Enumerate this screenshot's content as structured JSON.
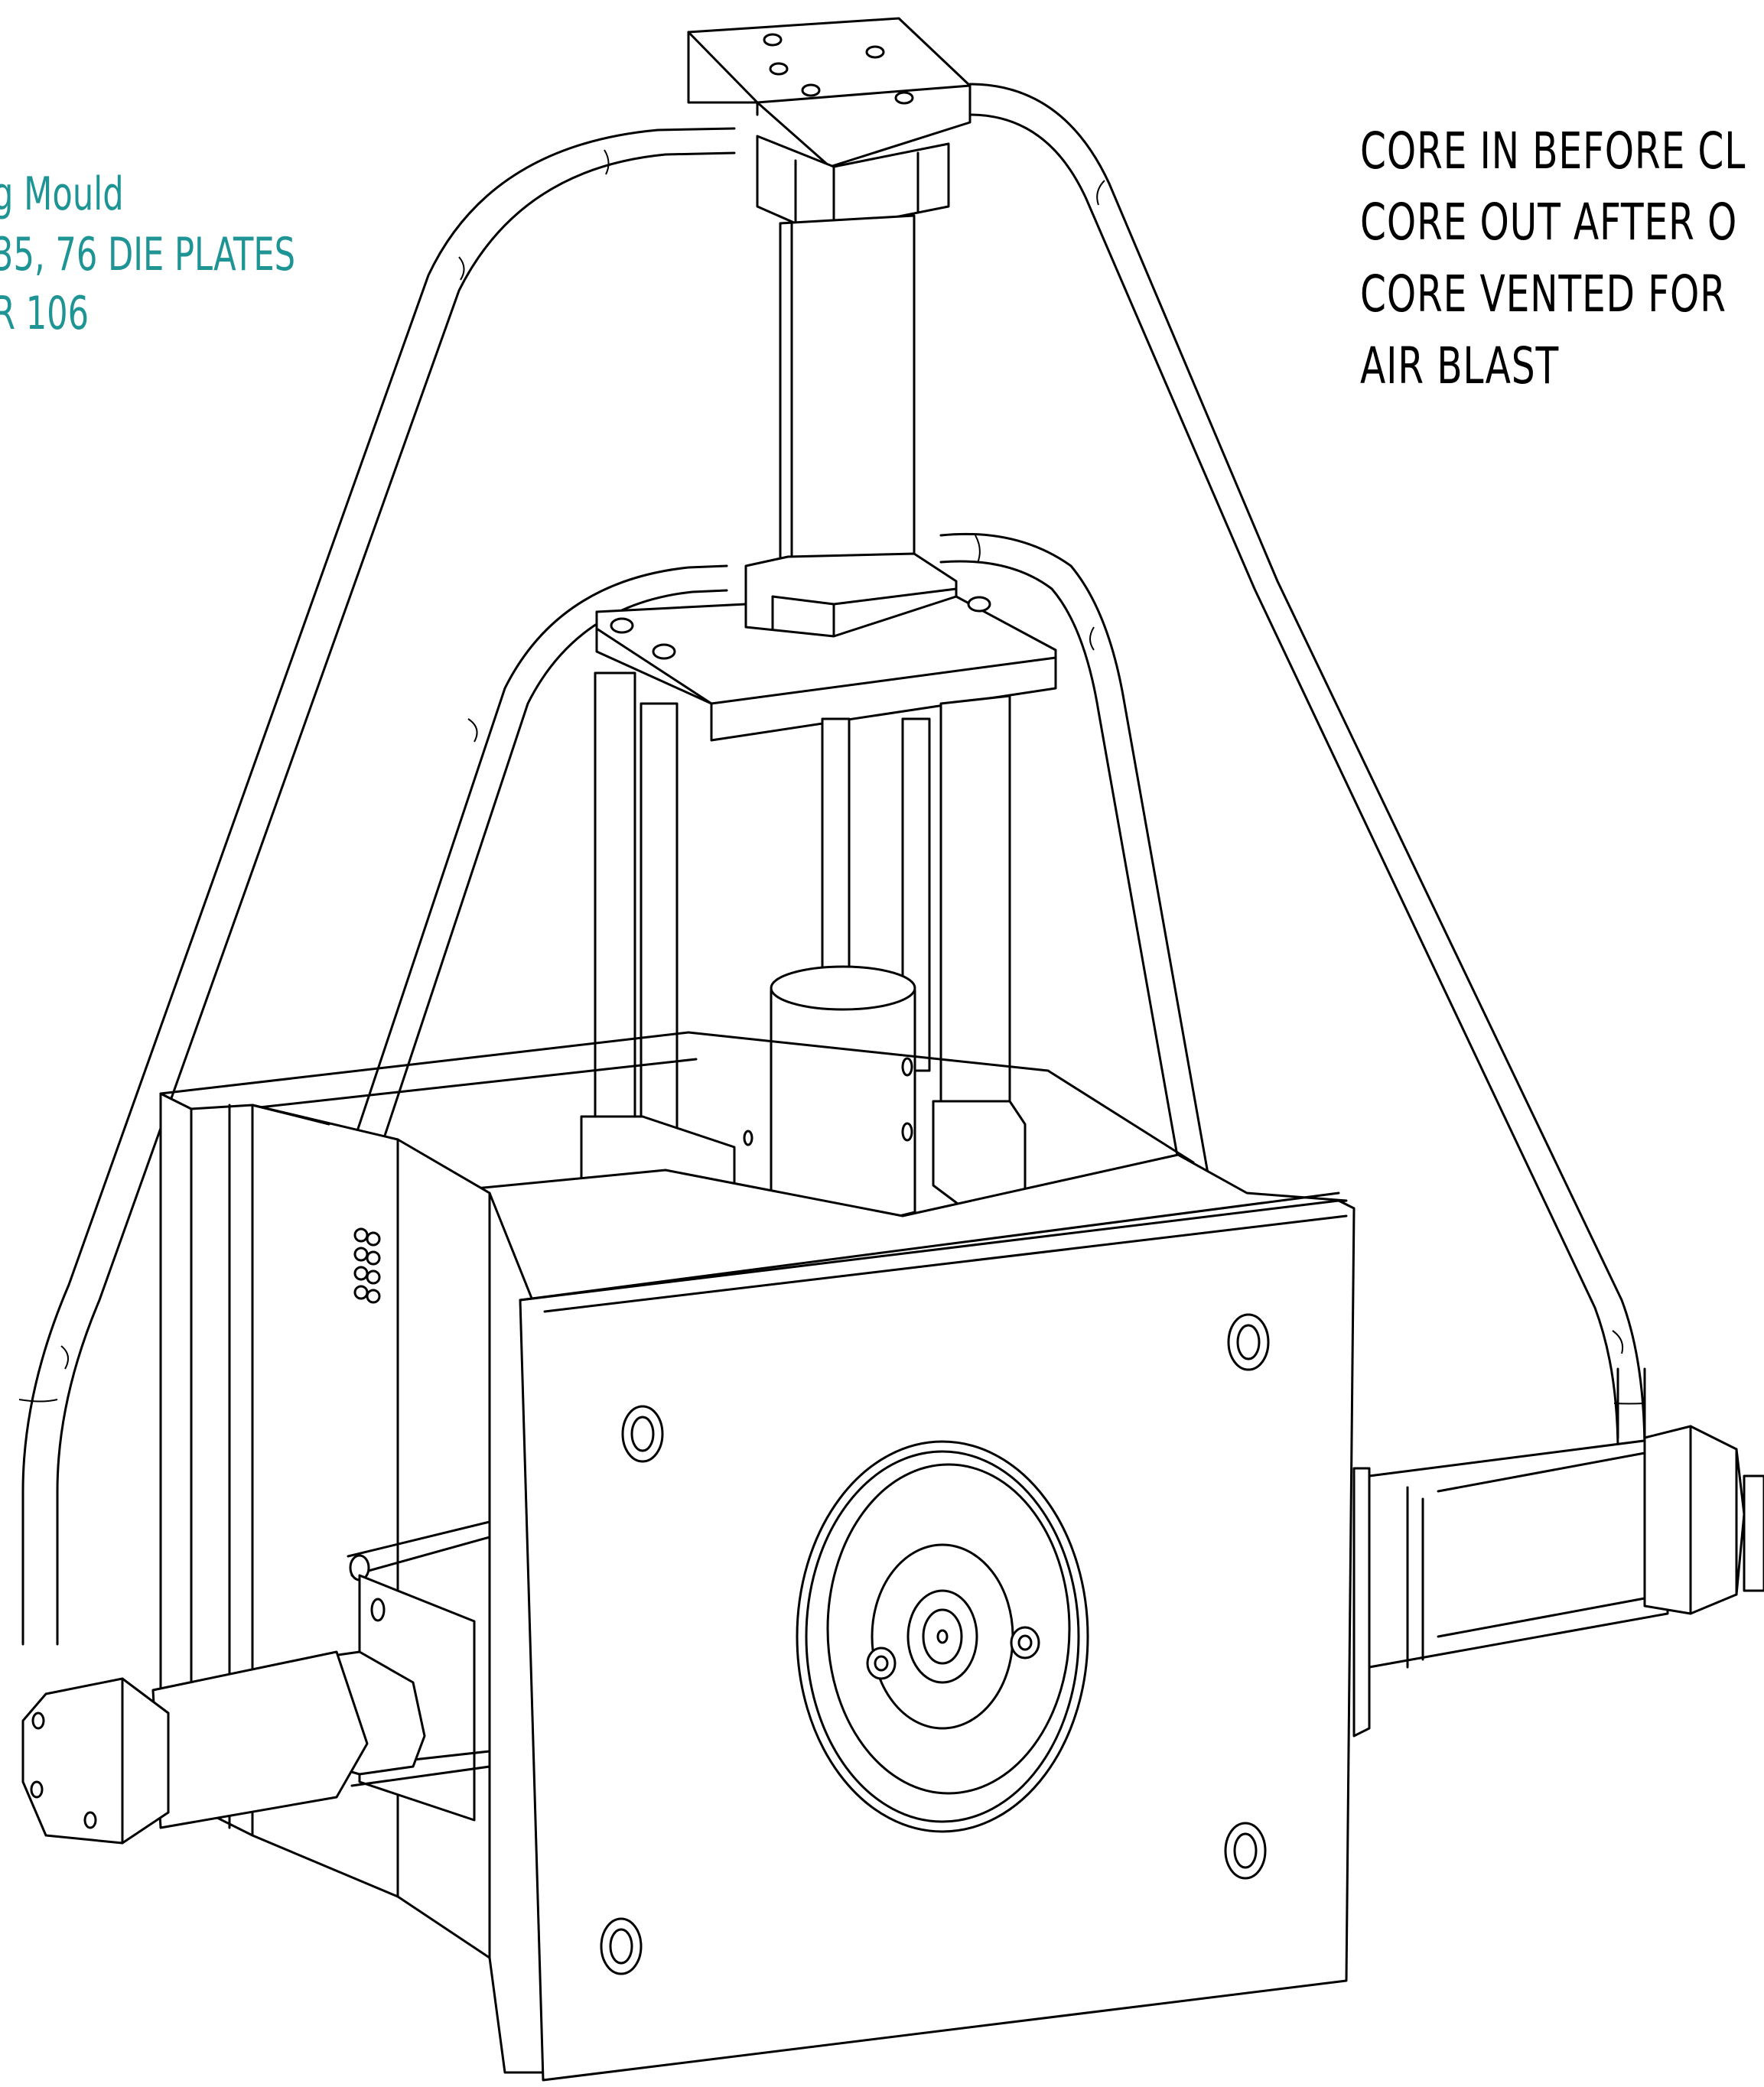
{
  "notes": {
    "left_title": {
      "color": "#1e9494",
      "lines": [
        "g Mould",
        "35, 76 DIE PLATES",
        "R 106"
      ]
    },
    "right_instructions": {
      "color": "#000000",
      "lines": [
        "CORE IN BEFORE CL",
        "CORE OUT AFTER O",
        "CORE VENTED FOR",
        "AIR BLAST"
      ]
    }
  }
}
